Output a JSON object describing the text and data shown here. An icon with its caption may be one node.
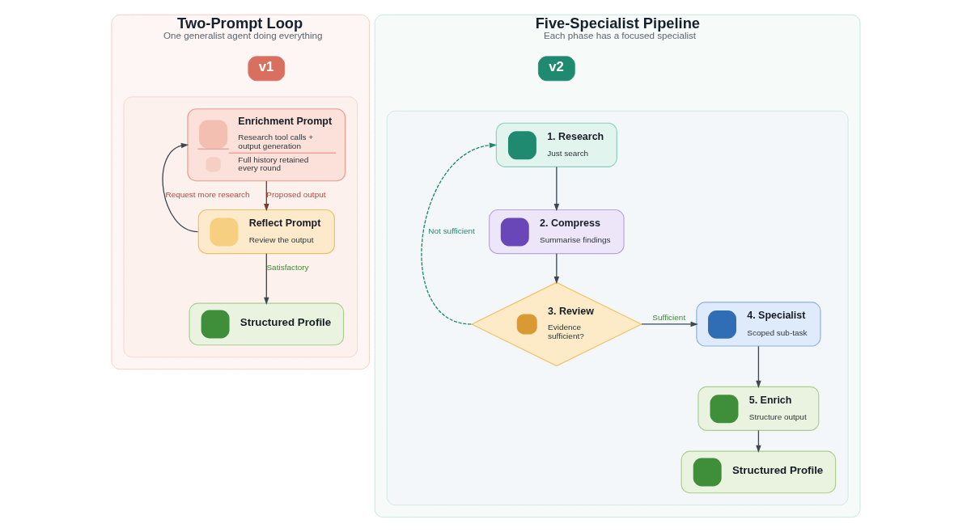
{
  "diagram": {
    "nodes": [
      {
        "text": [
          "Two-Prompt Loop",
          "One generalist agent doing everything"
        ]
      },
      {
        "text": [
          "v1"
        ],
        "in": 0
      },
      {
        "text": [],
        "shape": "box",
        "in": 0
      },
      {
        "text": [
          "Enrichment Prompt",
          "Research tool calls + output generation",
          "Full history retained every round"
        ],
        "in": 2
      },
      {
        "text": [
          "Reflect Prompt",
          "Review the output"
        ],
        "in": 2
      },
      {
        "text": [
          "Structured Profile"
        ],
        "in": 2
      },
      {
        "text": [
          "Five-Specialist Pipeline",
          "Each phase has a focused specialist"
        ]
      },
      {
        "text": [
          "v2"
        ],
        "in": 6
      },
      {
        "text": [],
        "shape": "box",
        "in": 6
      },
      {
        "text": [
          "1. Research",
          "Just search"
        ],
        "in": 8
      },
      {
        "text": [
          "2. Compress",
          "Summarise findings"
        ],
        "in": 8
      },
      {
        "text": [
          "3. Review",
          "Evidence sufficient?"
        ],
        "in": 8
      },
      {
        "text": [
          "4. Specialist",
          "Scoped sub-task"
        ],
        "in": 8
      },
      {
        "text": [
          "5. Enrich",
          "Structure output"
        ],
        "in": 8
      },
      {
        "text": [
          "Structured Profile"
        ],
        "in": 8
      }
    ],
    "edges": [
      {
        "from": 3,
        "to": 4,
        "arrow": "to",
        "label": "Proposed output",
        "color": "#7d3a31"
      },
      {
        "from": 4,
        "to": 3,
        "arrow": "to",
        "label": "Request more research"
      },
      {
        "from": 4,
        "to": 5,
        "arrow": "to",
        "label": "Satisfactory"
      },
      {
        "from": 9,
        "to": 10,
        "arrow": "to"
      },
      {
        "from": 10,
        "to": 11,
        "arrow": "to"
      },
      {
        "from": 11,
        "to": 12,
        "arrow": "to",
        "label": "Sufficient"
      },
      {
        "from": 11,
        "to": 9,
        "arrow": "to",
        "label": "Not sufficient",
        "style": "dashed",
        "color": "#1f8a70"
      },
      {
        "from": 12,
        "to": 13,
        "arrow": "to"
      },
      {
        "from": 13,
        "to": 14,
        "arrow": "to"
      }
    ]
  }
}
